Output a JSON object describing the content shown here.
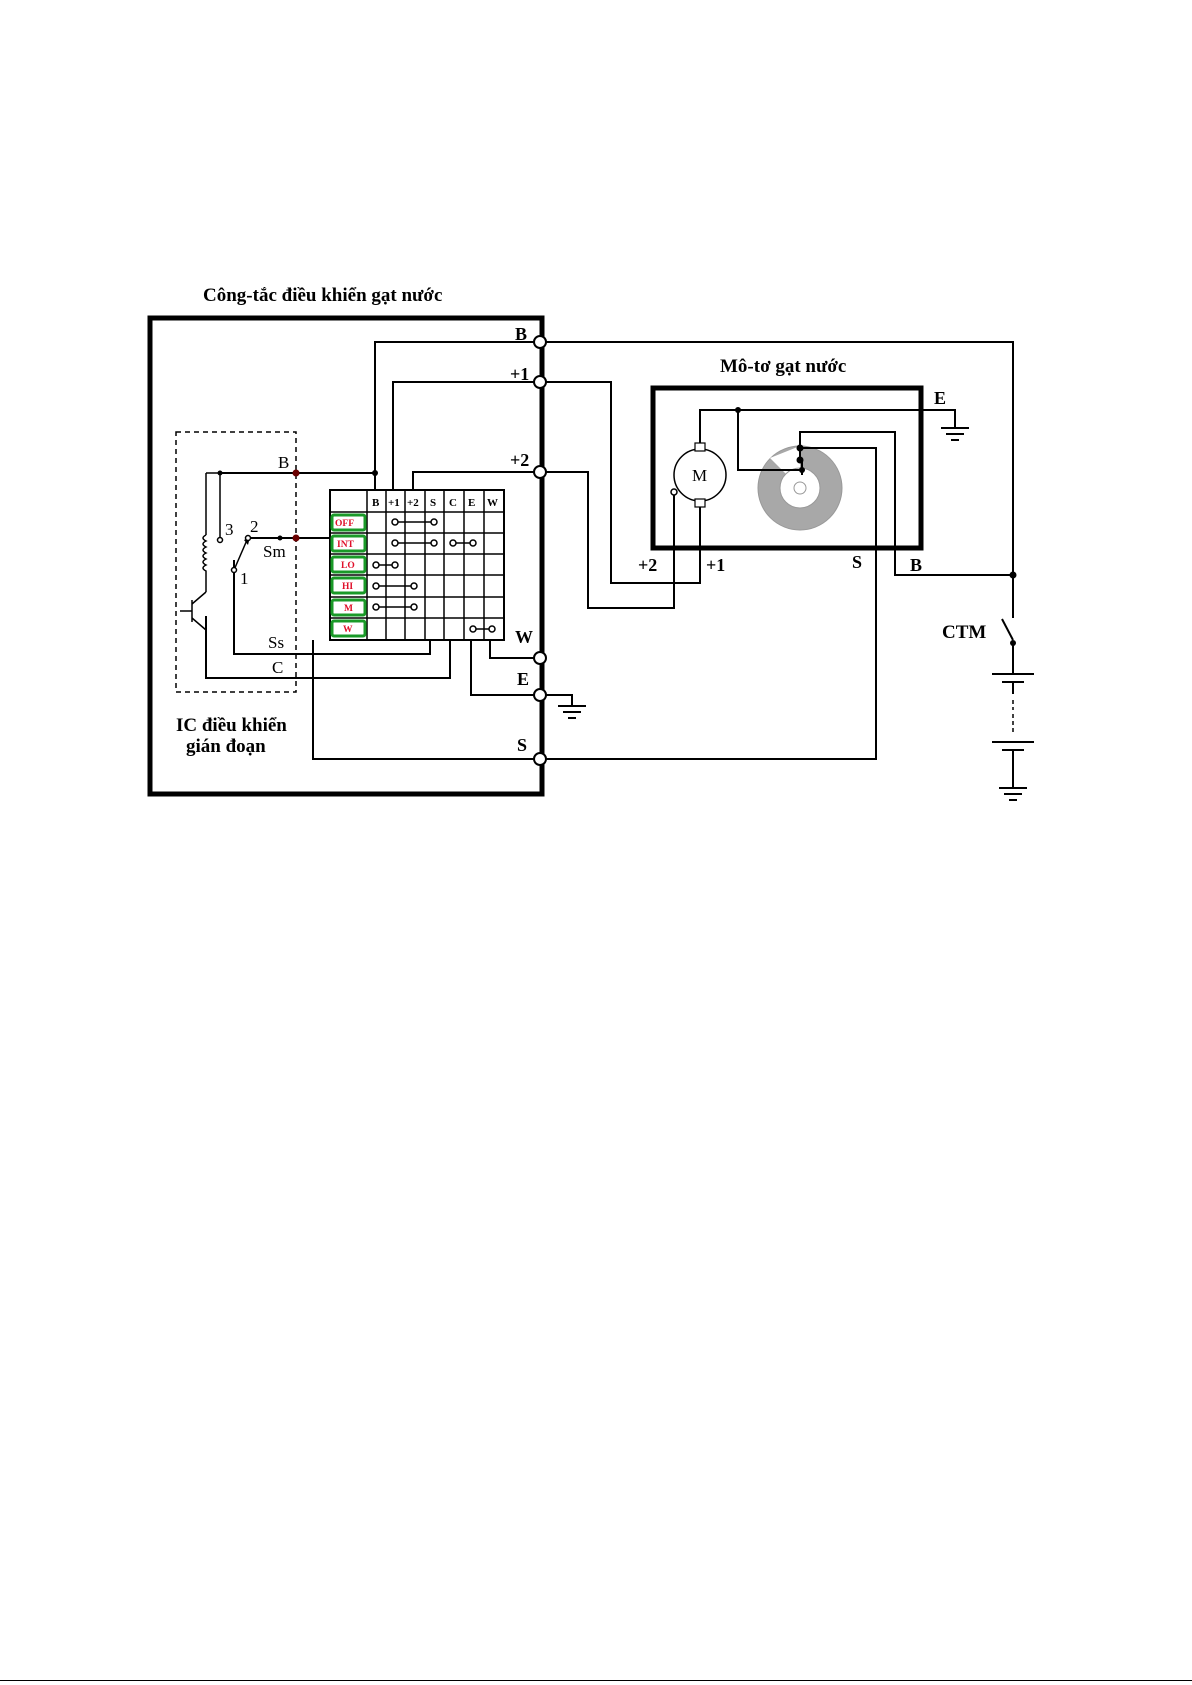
{
  "labels": {
    "switch_title": "Công-tắc điều khiển gạt nước",
    "motor_title": "Mô-tơ gạt nước",
    "ic_label_line1": "IC điều khiển",
    "ic_label_line2": "gián đoạn",
    "battery_switch": "CTM",
    "motor_symbol": "M"
  },
  "switch_terminals": [
    "B",
    "+1",
    "+2",
    "W",
    "E",
    "S"
  ],
  "motor_terminals": {
    "e": "E",
    "plus2": "+2",
    "plus1": "+1",
    "s": "S",
    "b": "B"
  },
  "ic_labels": {
    "b": "B",
    "n3": "3",
    "n2": "2",
    "n1": "1",
    "sm": "Sm",
    "ss": "Ss",
    "c": "C"
  },
  "switch_table": {
    "columns": [
      "B",
      "+1",
      "+2",
      "S",
      "C",
      "E",
      "W"
    ],
    "positions": [
      "OFF",
      "INT",
      "LO",
      "HI",
      "M",
      "W"
    ]
  },
  "colors": {
    "position_text": "#e0102a",
    "position_border": "#1a9a28",
    "cam": "#a8a8a8"
  }
}
